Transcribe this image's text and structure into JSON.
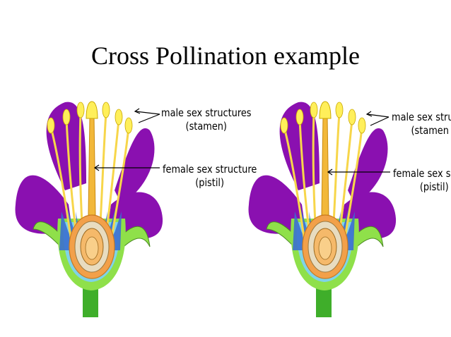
{
  "title": "Cross Pollination example",
  "diagram_left": {
    "stamen_label": "male sex structures",
    "stamen_sub": "(stamen)",
    "pistil_label": "female sex structure",
    "pistil_sub": "(pistil)"
  },
  "diagram_right": {
    "stamen_label": "male sex stru",
    "stamen_sub": "(stamen",
    "pistil_label": "female sex s",
    "pistil_sub": "(pistil)"
  },
  "colors": {
    "petal": "#8a10b0",
    "sepal": "#8fe04a",
    "stem": "#3fae2a",
    "anther": "#ffef5a",
    "ovary": "#f2a04a",
    "ovule": "#f5b96a",
    "nectary": "#3b6fd0"
  }
}
